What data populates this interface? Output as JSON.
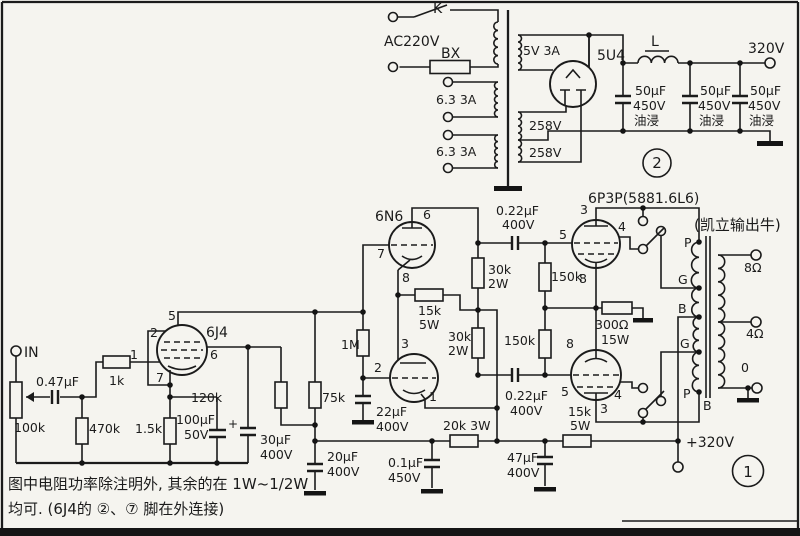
{
  "diagram": {
    "psu": {
      "switch": "K",
      "mains": "AC220V",
      "fuse": "BX",
      "heater_winding_1": "6.3  3A",
      "heater_winding_2": "6.3  3A",
      "rectifier_heater_winding": "5V  3A",
      "hv_winding_1": "258V",
      "hv_winding_2": "258V",
      "rectifier_tube": "5U4",
      "choke": "L",
      "b_plus_out": "320V",
      "filter_cap_value": "50µF",
      "filter_cap_voltage": "450V",
      "filter_cap_type": "油浸",
      "section_marker": "2"
    },
    "input": {
      "terminal": "IN",
      "volume_pot": "100k",
      "coupling_cap": "0.47µF",
      "grid_stopper": "1k",
      "tube": "6J4",
      "pin1": "1",
      "pin2": "2",
      "pin5": "5",
      "pin6": "6",
      "pin7": "7",
      "grid_leak": "470k",
      "cathode_res": "1.5k",
      "cathode_cap_value": "100µF",
      "cathode_cap_voltage": "50V",
      "cathode_cap_polarity": "+",
      "plate_load": "120k",
      "screen_feed": "75k",
      "plate_cap_value": "30µF",
      "plate_cap_voltage": "400V",
      "decouple_cap_value": "20µF",
      "decouple_cap_voltage": "400V"
    },
    "driver": {
      "tube": "6N6",
      "pin6": "6",
      "pin7": "7",
      "pin8": "8",
      "pin3": "3",
      "pin2": "2",
      "pin1": "1",
      "grid_res": "1M",
      "mid_res_value": "15k",
      "mid_res_watt": "5W",
      "load_upper_value": "30k",
      "load_upper_watt": "2W",
      "load_lower_value": "30k",
      "load_lower_watt": "2W",
      "bypass_cap_value": "22µF",
      "bypass_cap_voltage": "400V"
    },
    "coupling": {
      "cap_upper_value": "0.22µF",
      "cap_upper_voltage": "400V",
      "cap_lower_value": "0.22µF",
      "cap_lower_voltage": "400V",
      "grid_res_upper": "150k",
      "grid_res_lower": "150k"
    },
    "output": {
      "tube_type": "6P3P(5881.6L6)",
      "upper_pin5": "5",
      "upper_pin3": "3",
      "upper_pin4": "4",
      "upper_pin8": "8",
      "lower_pin8": "8",
      "lower_pin5": "5",
      "lower_pin4": "4",
      "lower_pin3": "3",
      "cathode_res_value": "300Ω",
      "cathode_res_watt": "15W"
    },
    "rail": {
      "res_20k": "20k  3W",
      "res_15k_value": "15k",
      "res_15k_watt": "5W",
      "cap_01_value": "0.1µF",
      "cap_01_voltage": "450V",
      "cap_47_value": "47µF",
      "cap_47_voltage": "400V",
      "b_plus": "+320V",
      "section_marker": "1"
    },
    "transformer": {
      "name": "(凯立输出牛)",
      "tap_p_top": "P",
      "tap_g_top": "G",
      "tap_b": "B",
      "tap_g_bottom": "G",
      "tap_p_bottom": "P",
      "core_label": "B",
      "sec_8ohm": "8Ω",
      "sec_4ohm": "4Ω",
      "sec_0": "0"
    },
    "notes": {
      "line1": "图中电阻功率除注明外, 其余的在 1W~1/2W",
      "line2": "均可. (6J4的 ②、⑦ 脚在外连接)"
    }
  }
}
